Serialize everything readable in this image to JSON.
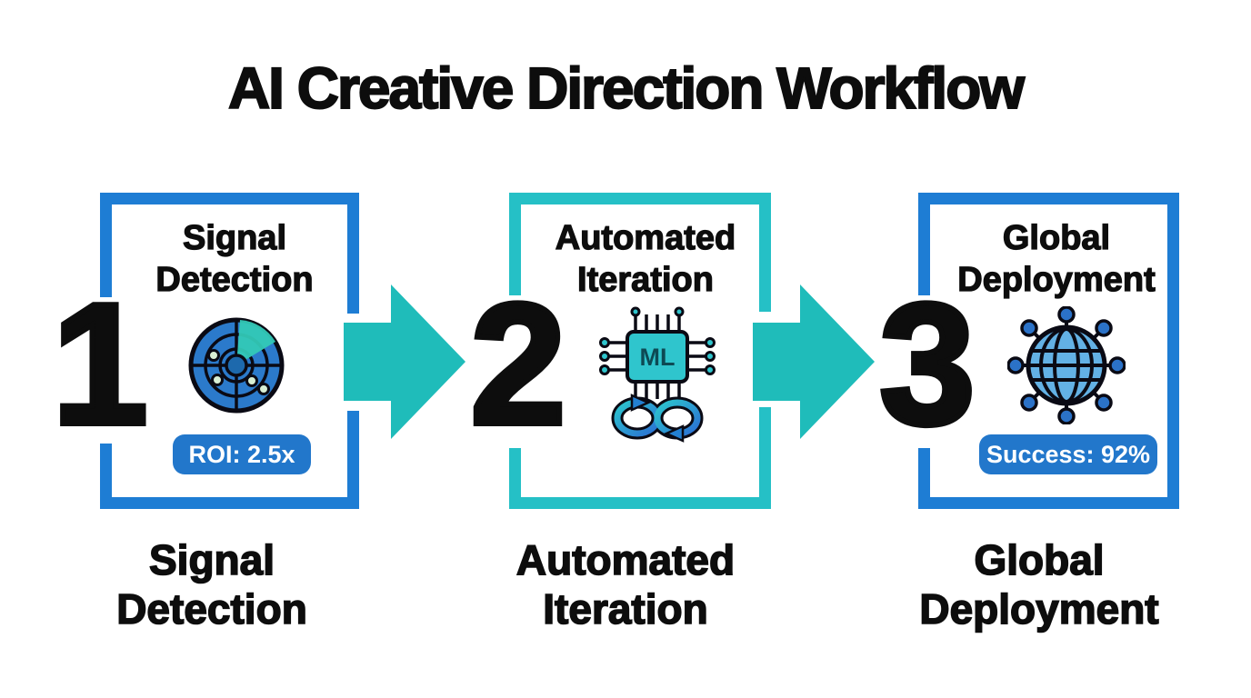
{
  "title": "AI Creative Direction Workflow",
  "steps": [
    {
      "number": "1",
      "box_heading": "Signal Detection",
      "bottom_label": "Signal Detection",
      "badge": "ROI: 2.5x",
      "icon": "radar-icon",
      "accent_color": "#1e7dd4"
    },
    {
      "number": "2",
      "box_heading": "Automated Iteration",
      "bottom_label": "Automated Iteration",
      "icon": "ml-chip-infinity-loop-icon",
      "chip_label": "ML",
      "accent_color": "#25c0c6"
    },
    {
      "number": "3",
      "box_heading": "Global Deployment",
      "bottom_label": "Global Deployment",
      "badge": "Success: 92%",
      "icon": "globe-network-icon",
      "accent_color": "#1e7dd4"
    }
  ],
  "colors": {
    "blue_accent": "#1e7dd4",
    "teal_accent": "#25c0c6",
    "arrow_teal": "#1fbcba",
    "badge_blue": "#2277cb",
    "text_black": "#0d0d0d",
    "background": "#ffffff"
  }
}
